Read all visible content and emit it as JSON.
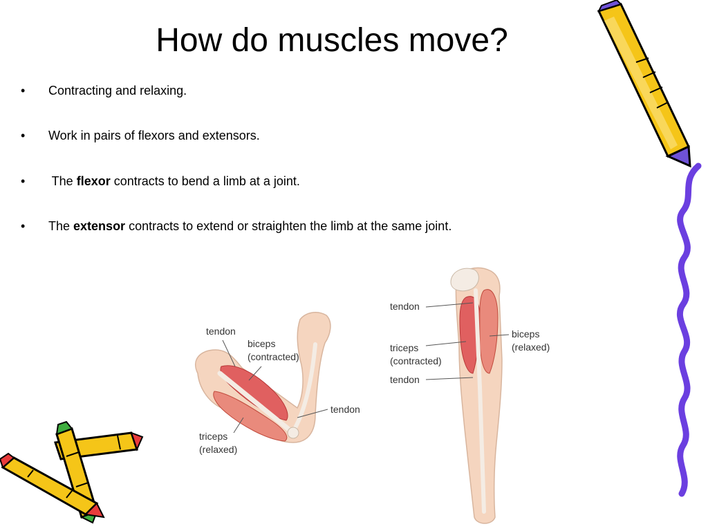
{
  "slide": {
    "title": "How do muscles move?",
    "bullet_glyph": "•",
    "bullets": [
      {
        "pre": "Contracting and relaxing.",
        "bold": "",
        "post": ""
      },
      {
        "pre": "Work in pairs of flexors and extensors.",
        "bold": "",
        "post": ""
      },
      {
        "pre": " The ",
        "bold": "flexor",
        "post": " contracts to bend a limb at a joint."
      },
      {
        "pre": "The ",
        "bold": "extensor",
        "post": " contracts to extend or straighten the limb at the same joint."
      }
    ]
  },
  "bent_arm_labels": {
    "tendon_top": "tendon",
    "biceps": "biceps",
    "biceps_state": "(contracted)",
    "tendon_elbow": "tendon",
    "triceps": "triceps",
    "triceps_state": "(relaxed)"
  },
  "straight_arm_labels": {
    "tendon_top": "tendon",
    "triceps": "triceps",
    "triceps_state": "(contracted)",
    "tendon_bottom": "tendon",
    "biceps": "biceps",
    "biceps_state": "(relaxed)"
  },
  "decorations": {
    "top_right": "pencil-icon",
    "bottom_left": "crayon-bundle-icon",
    "right_edge": "wavy-line"
  },
  "colors": {
    "pencil_yellow": "#f5c518",
    "pencil_purple": "#6f52d8",
    "muscle_red": "#e06060",
    "skin": "#f5d5bf",
    "wavy_purple": "#6b3fe0"
  }
}
